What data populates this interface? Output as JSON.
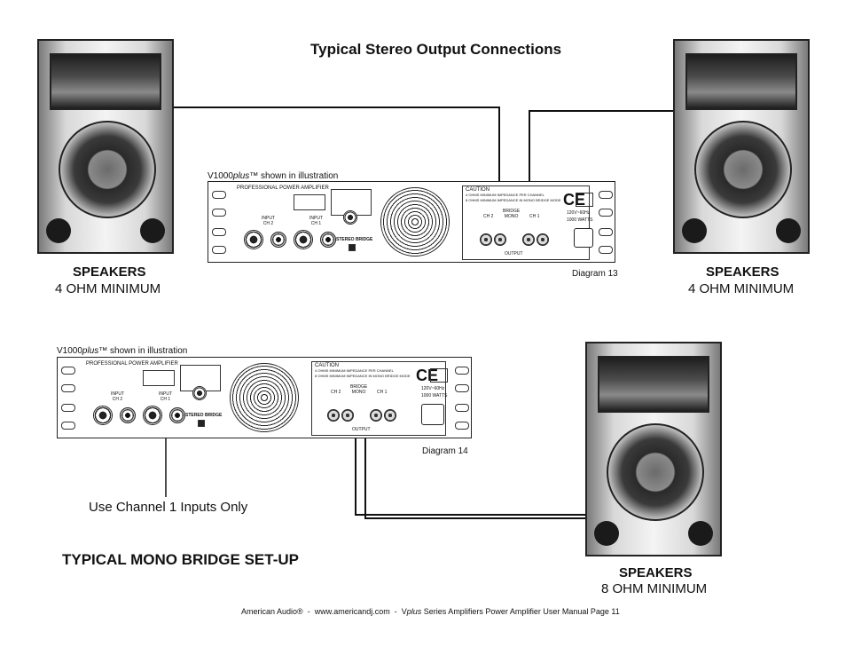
{
  "page": {
    "stereo_title": "Typical Stereo Output Connections",
    "mono_title": "TYPICAL MONO BRIDGE SET-UP",
    "footer_brand": "American Audio®",
    "footer_sep1": "-",
    "footer_url": "www.americandj.com",
    "footer_sep2": "-",
    "footer_model": "V",
    "footer_model_italic": "plus",
    "footer_rest": " Series Amplifiers Power Amplifier User Manual  Page 11"
  },
  "stereo": {
    "illustration_note_model": "V1000",
    "illustration_note_italic": "plus",
    "illustration_note_rest": "™ shown in illustration",
    "diagram_label": "Diagram 13",
    "left_speaker": {
      "title": "SPEAKERS",
      "subtitle": "4 OHM MINIMUM"
    },
    "right_speaker": {
      "title": "SPEAKERS",
      "subtitle": "4 OHM MINIMUM"
    }
  },
  "mono": {
    "illustration_note_model": "V1000",
    "illustration_note_italic": "plus",
    "illustration_note_rest": "™ shown in illustration",
    "diagram_label": "Diagram 14",
    "channel_note": "Use Channel 1 Inputs Only",
    "speaker": {
      "title": "SPEAKERS",
      "subtitle": "8 OHM MINIMUM"
    }
  },
  "amp": {
    "brand_line": "PROFESSIONAL POWER AMPLIFIER",
    "input_ch2": "INPUT\nCH 2",
    "input_ch1": "INPUT\nCH 1",
    "stereo_bridge": "STEREO BRIDGE",
    "caution": "CAUTION",
    "caution_line1": "4 OHMS MINIMUM IMPEDANCE PER CHANNEL",
    "caution_line2": "8 OHMS MINIMUM IMPEDANCE IN MONO BRIDGE MODE",
    "ch2": "CH 2",
    "ch1": "CH 1",
    "bridge_mono": "BRIDGE\nMONO",
    "output": "OUTPUT",
    "ce": "CE",
    "voltage": "120V~60Hz",
    "watts": "1000 WATTS"
  }
}
